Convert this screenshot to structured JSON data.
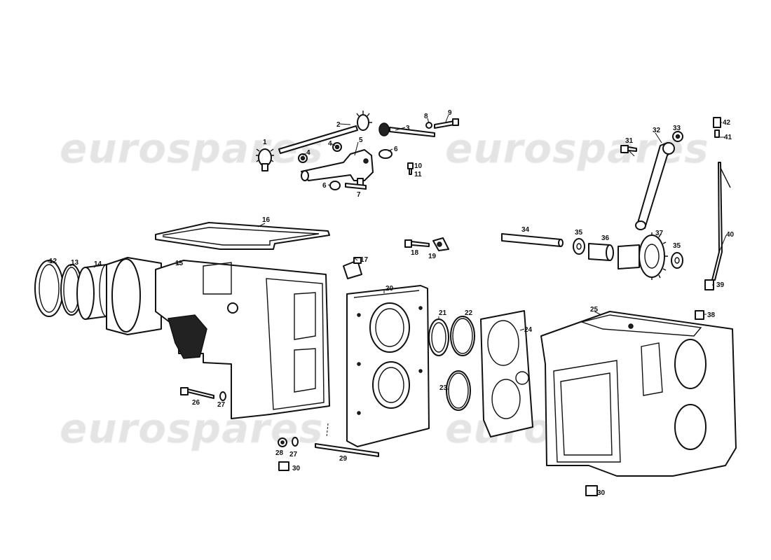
{
  "watermark": {
    "text": "eurospares"
  },
  "colors": {
    "line": "#111111",
    "background": "#ffffff",
    "watermark": "#e4e4e4"
  },
  "callouts": {
    "p1": "1",
    "p2": "2",
    "p3": "3",
    "p4a": "4",
    "p4b": "4",
    "p5": "5",
    "p6a": "6",
    "p6b": "6",
    "p7": "7",
    "p8": "8",
    "p9": "9",
    "p10": "10",
    "p11": "11",
    "p12": "12",
    "p13": "13",
    "p14": "14",
    "p15": "15",
    "p16": "16",
    "p17": "17",
    "p18": "18",
    "p19": "19",
    "p20": "20",
    "p21": "21",
    "p22": "22",
    "p23": "23",
    "p24": "24",
    "p25": "25",
    "p26": "26",
    "p27a": "27",
    "p27b": "27",
    "p28": "28",
    "p29": "29",
    "p30a": "30",
    "p30b": "30",
    "p31": "31",
    "p32": "32",
    "p33": "33",
    "p34": "34",
    "p35a": "35",
    "p35b": "35",
    "p36": "36",
    "p37": "37",
    "p38": "38",
    "p39": "39",
    "p40": "40",
    "p41": "41",
    "p42": "42"
  }
}
